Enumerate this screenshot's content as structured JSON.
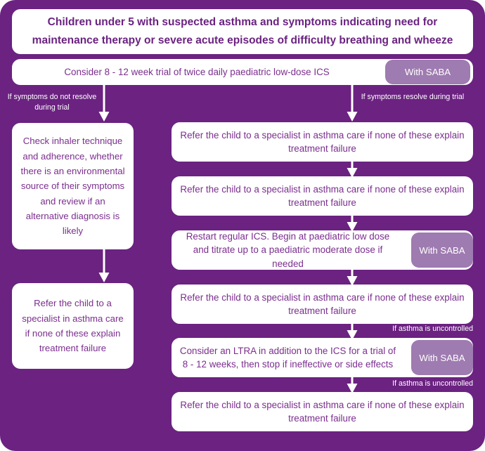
{
  "palette": {
    "background_purple": "#6B2281",
    "node_fill": "#FFFFFF",
    "node_text": "#7B2E8E",
    "header_text": "#6B2281",
    "saba_pill_fill": "#9E7BB0",
    "saba_pill_text": "#FFFFFF",
    "connector": "#FFFFFF",
    "edge_label_text": "#FFFFFF"
  },
  "nodes": {
    "header": "Children under 5 with suspected asthma and symptoms indicating need for maintenance therapy or severe acute episodes of difficulty breathing and wheeze",
    "trial": "Consider 8 - 12 week trial of twice daily paediatric low-dose ICS",
    "check_inhaler": "Check inhaler technique and adherence, whether there is an environmental source of their symptoms and review if an alternative diagnosis is likely",
    "left_refer": "Refer the child to a specialist in asthma care if none of these explain treatment failure",
    "right_refer_1": "Refer the child to a specialist in asthma care if none of these explain treatment failure",
    "right_refer_2": "Refer the child to a specialist in asthma care if none of these explain treatment failure",
    "restart_ics": "Restart regular ICS. Begin at paediatric low dose and titrate up to a paediatric moderate dose if needed",
    "right_refer_3": "Refer the child to a specialist in asthma care if none of these explain treatment failure",
    "ltra": "Consider an LTRA in addition to the ICS for a trial of 8 - 12 weeks, then stop if ineffective or side effects",
    "right_refer_4": "Refer the child to a specialist in asthma care if none of these explain treatment failure"
  },
  "pills": {
    "saba_trial": "With SABA",
    "saba_restart": "With SABA",
    "saba_ltra": "With SABA"
  },
  "edge_labels": {
    "symptoms_not_resolve": "If symptoms do not resolve during trial",
    "symptoms_resolve": "If symptoms resolve during trial",
    "uncontrolled_1": "If asthma is uncontrolled",
    "uncontrolled_2": "If asthma is uncontrolled"
  },
  "icons": {
    "down_arrow": "down-arrow-icon"
  }
}
